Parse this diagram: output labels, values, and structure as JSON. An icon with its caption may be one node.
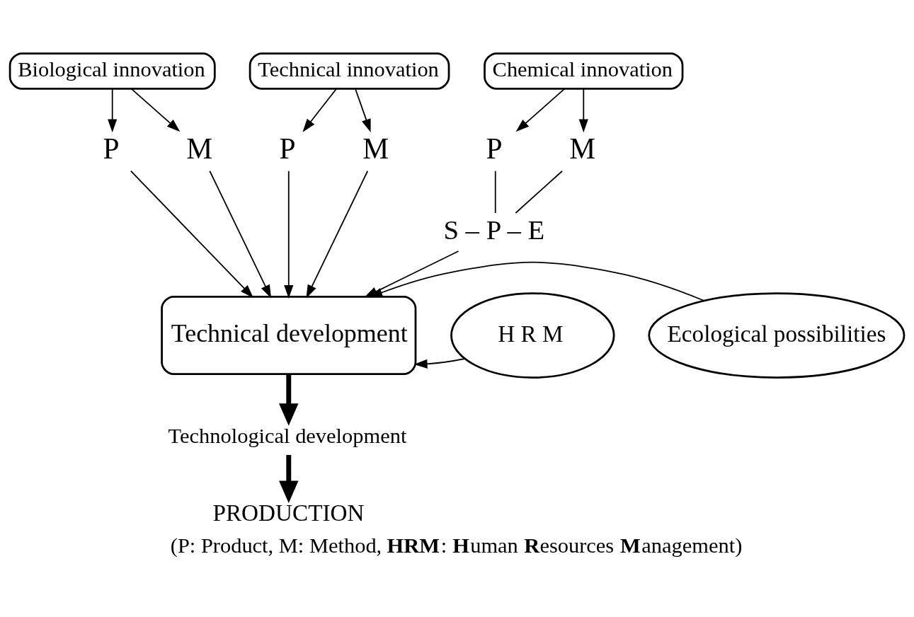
{
  "diagram": {
    "caption": "(P: Product, M: Method, **HRM**: **H**uman **R**esources **M**anagement)",
    "nodes": [
      {
        "text": [
          "Biological innovation"
        ]
      },
      {
        "text": [
          "Chemical innovation"
        ]
      },
      {
        "text": [
          "Technical innovation"
        ]
      },
      {
        "text": [
          "P"
        ]
      },
      {
        "text": [
          "M"
        ]
      },
      {
        "text": [
          "P"
        ]
      },
      {
        "text": [
          "M"
        ]
      },
      {
        "text": [
          "P"
        ]
      },
      {
        "text": [
          "M"
        ]
      },
      {
        "text": [
          "S – P – E"
        ]
      },
      {
        "text": [
          "H R M"
        ]
      },
      {
        "text": [
          "Technical development"
        ]
      },
      {
        "text": [
          "Ecological possibilities"
        ]
      },
      {
        "text": [
          "Technological development"
        ]
      },
      {
        "text": [
          "PRODUCTION"
        ]
      }
    ],
    "edges": [
      {
        "from": 0,
        "to": 3,
        "arrow": "to"
      },
      {
        "from": 0,
        "to": 4,
        "arrow": "to"
      },
      {
        "from": 1,
        "to": 5,
        "arrow": "to"
      },
      {
        "from": 1,
        "to": 6,
        "arrow": "to"
      },
      {
        "from": 2,
        "to": 7,
        "arrow": "to"
      },
      {
        "from": 2,
        "to": 8,
        "arrow": "to"
      },
      {
        "from": 3,
        "to": 11,
        "arrow": "to"
      },
      {
        "from": 4,
        "to": 11,
        "arrow": "to"
      },
      {
        "from": 5,
        "to": 9,
        "arrow": "none"
      },
      {
        "from": 6,
        "to": 9,
        "arrow": "none"
      },
      {
        "from": 9,
        "to": 11,
        "arrow": "to"
      },
      {
        "from": 7,
        "to": 11,
        "arrow": "to"
      },
      {
        "from": 8,
        "to": 11,
        "arrow": "to"
      },
      {
        "from": 10,
        "to": 11,
        "arrow": "to"
      },
      {
        "from": 12,
        "to": 11,
        "arrow": "to"
      },
      {
        "from": 11,
        "to": 13,
        "arrow": "to",
        "style": "thick"
      },
      {
        "from": 13,
        "to": 14,
        "arrow": "to",
        "style": "thick"
      }
    ]
  }
}
